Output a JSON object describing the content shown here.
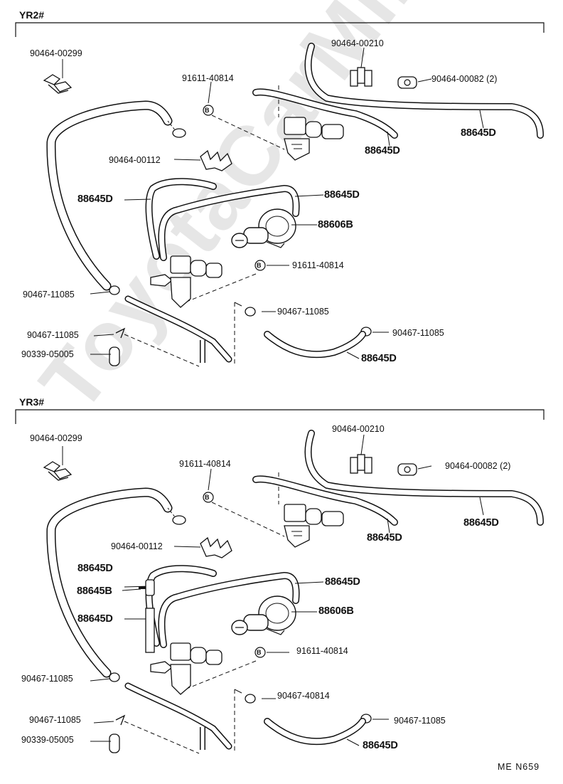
{
  "watermark": "ToyotaCarMine.ru",
  "drawing_code": "ME  N659",
  "sections": [
    {
      "title": "YR2#",
      "labels": {
        "l1": "90464-00299",
        "l2": "91611-40814",
        "l3": "90464-00210",
        "l4": "90464-00082 (2)",
        "l5": "88645D",
        "l6": "88645D",
        "l7": "90464-00112",
        "l8": "88645D",
        "l9": "88645D",
        "l10": "88606B",
        "l11": "91611-40814",
        "l12": "90467-11085",
        "l13": "90467-11085",
        "l14": "90467-11085",
        "l15": "90339-05005",
        "l16": "90467-11085",
        "l17": "88645D"
      }
    },
    {
      "title": "YR3#",
      "labels": {
        "l1": "90464-00299",
        "l2": "91611-40814",
        "l3": "90464-00210",
        "l4": "90464-00082 (2)",
        "l5": "88645D",
        "l6": "88645D",
        "l7": "90464-00112",
        "l8": "88645D",
        "l8b": "88645B",
        "l8c": "88645D",
        "l9": "88645D",
        "l10": "88606B",
        "l11": "91611-40814",
        "l12": "90467-11085",
        "l13": "90467-40814",
        "l14": "90467-11085",
        "l15": "90339-05005",
        "l16": "90467-11085",
        "l17": "88645D"
      }
    }
  ],
  "b_marker": "B"
}
